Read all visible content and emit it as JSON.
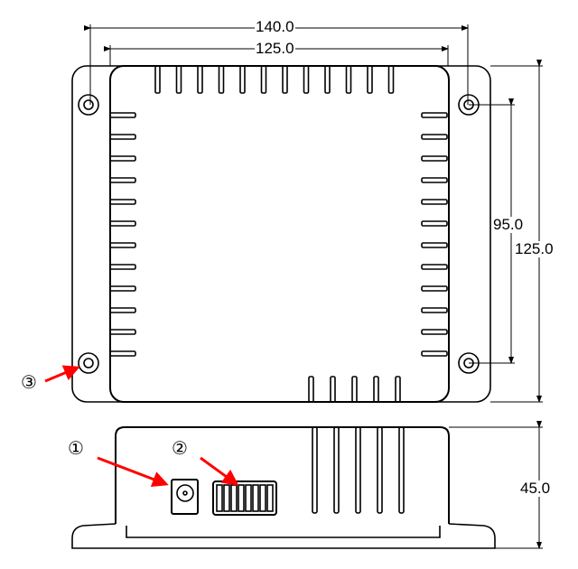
{
  "dimensions": {
    "overall_width": "140.0",
    "body_width": "125.0",
    "hole_spacing": "95.0",
    "overall_depth": "125.0",
    "height": "45.0"
  },
  "callouts": {
    "power_jack": "①",
    "dip_switch": "②",
    "mounting_hole": "③"
  },
  "colors": {
    "line": "#000000",
    "arrow": "#ff0000"
  }
}
